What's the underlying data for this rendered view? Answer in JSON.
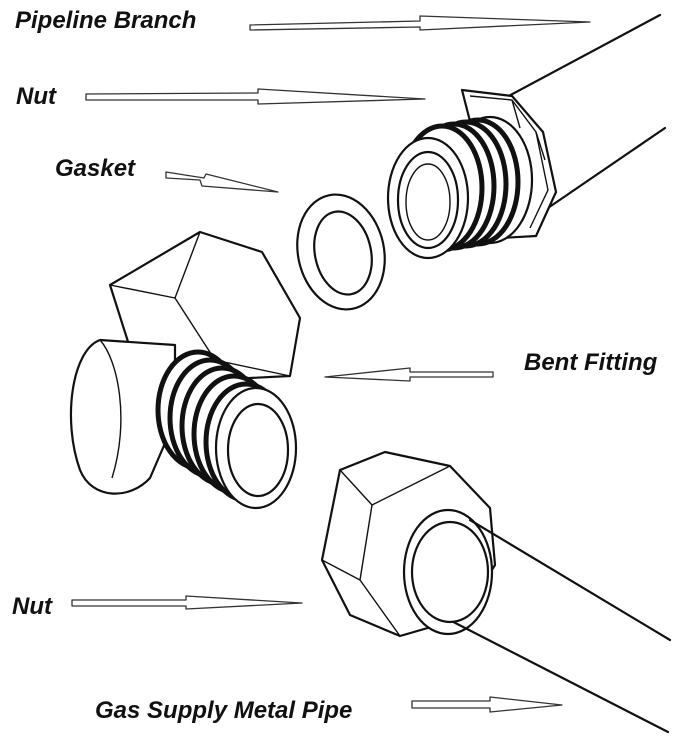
{
  "labels": {
    "pipeline_branch": "Pipeline Branch",
    "nut_top": "Nut",
    "gasket": "Gasket",
    "bent_fitting": "Bent Fitting",
    "nut_bottom": "Nut",
    "gas_supply_pipe": "Gas Supply Metal Pipe"
  },
  "colors": {
    "ink": "#111111",
    "background": "#ffffff"
  }
}
